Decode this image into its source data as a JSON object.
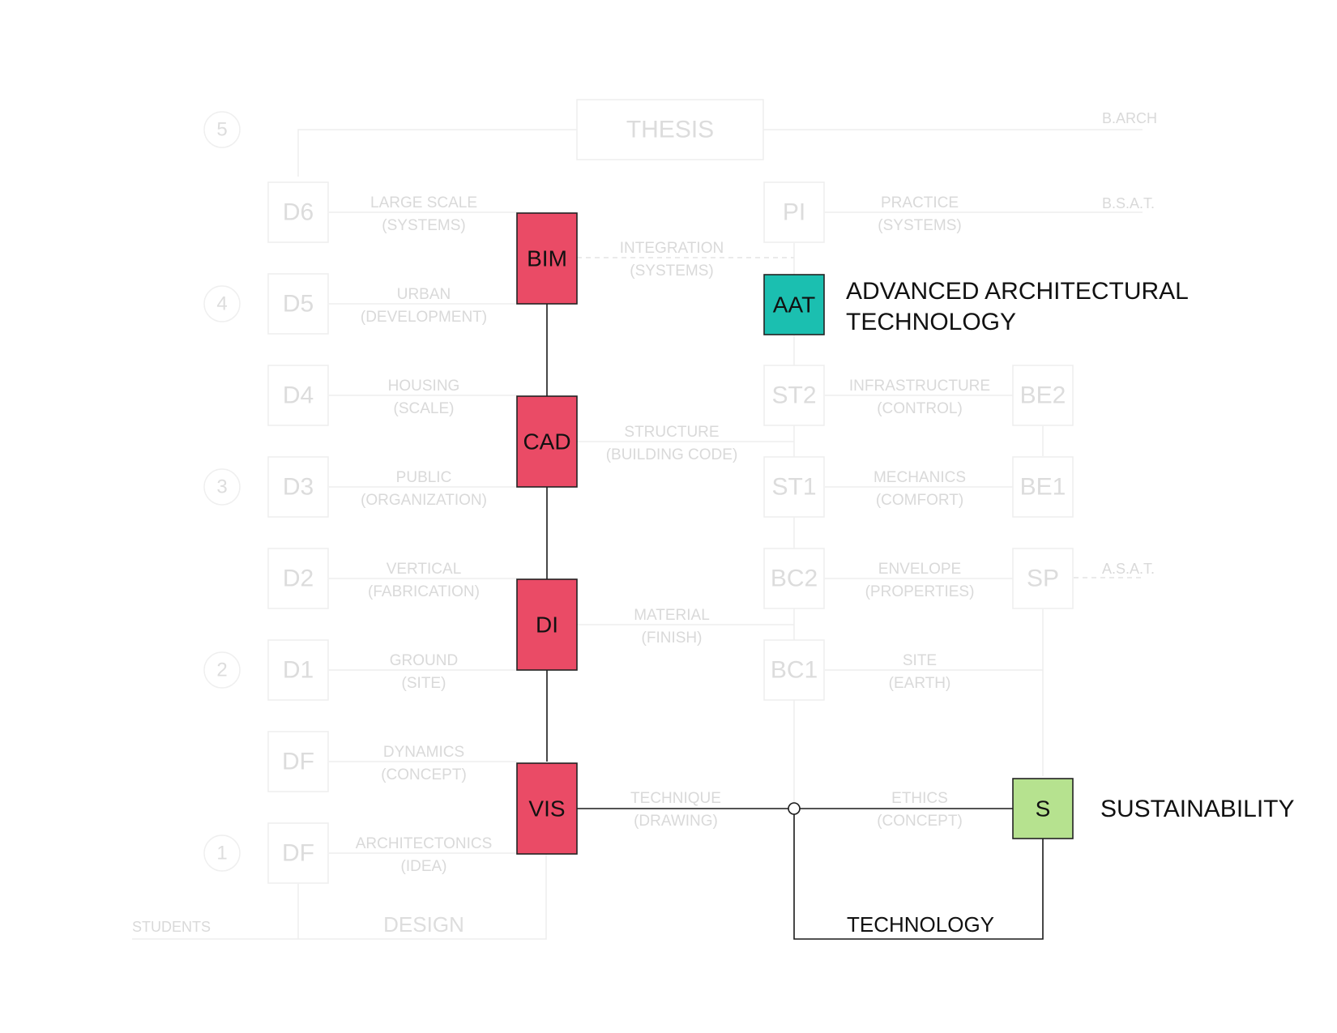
{
  "year_markers": [
    "5",
    "4",
    "3",
    "2",
    "1"
  ],
  "thesis": "THESIS",
  "degrees": {
    "barch": "B.ARCH",
    "bsat": "B.S.A.T.",
    "asat": "A.S.A.T."
  },
  "design_studios": [
    {
      "code": "D6",
      "line1": "LARGE SCALE",
      "line2": "(SYSTEMS)"
    },
    {
      "code": "D5",
      "line1": "URBAN",
      "line2": "(DEVELOPMENT)"
    },
    {
      "code": "D4",
      "line1": "HOUSING",
      "line2": "(SCALE)"
    },
    {
      "code": "D3",
      "line1": "PUBLIC",
      "line2": "(ORGANIZATION)"
    },
    {
      "code": "D2",
      "line1": "VERTICAL",
      "line2": "(FABRICATION)"
    },
    {
      "code": "D1",
      "line1": "GROUND",
      "line2": "(SITE)"
    },
    {
      "code": "DF",
      "line1": "DYNAMICS",
      "line2": "(CONCEPT)"
    },
    {
      "code": "DF",
      "line1": "ARCHITECTONICS",
      "line2": "(IDEA)"
    }
  ],
  "representation": [
    {
      "code": "BIM",
      "line1": "INTEGRATION",
      "line2": "(SYSTEMS)"
    },
    {
      "code": "CAD",
      "line1": "STRUCTURE",
      "line2": "(BUILDING CODE)"
    },
    {
      "code": "DI",
      "line1": "MATERIAL",
      "line2": "(FINISH)"
    },
    {
      "code": "VIS",
      "line1": "TECHNIQUE",
      "line2": "(DRAWING)"
    }
  ],
  "technology_courses": [
    {
      "code": "PI",
      "line1": "PRACTICE",
      "line2": "(SYSTEMS)"
    },
    {
      "code": "ST2",
      "line1": "INFRASTRUCTURE",
      "line2": "(CONTROL)"
    },
    {
      "code": "ST1",
      "line1": "MECHANICS",
      "line2": "(COMFORT)"
    },
    {
      "code": "BC2",
      "line1": "ENVELOPE",
      "line2": "(PROPERTIES)"
    },
    {
      "code": "BC1",
      "line1": "SITE",
      "line2": "(EARTH)"
    }
  ],
  "environment_courses": [
    "BE2",
    "BE1",
    "SP"
  ],
  "ethics": {
    "line1": "ETHICS",
    "line2": "(CONCEPT)"
  },
  "aat": {
    "code": "AAT",
    "title_line1": "ADVANCED ARCHITECTURAL",
    "title_line2": "TECHNOLOGY",
    "color": "#1bbfb0"
  },
  "sustainability": {
    "code": "S",
    "title": "SUSTAINABILITY",
    "color": "#b6e28f"
  },
  "highlight_color": "#ea4b66",
  "footer": {
    "students": "STUDENTS",
    "design": "DESIGN",
    "technology": "TECHNOLOGY"
  }
}
